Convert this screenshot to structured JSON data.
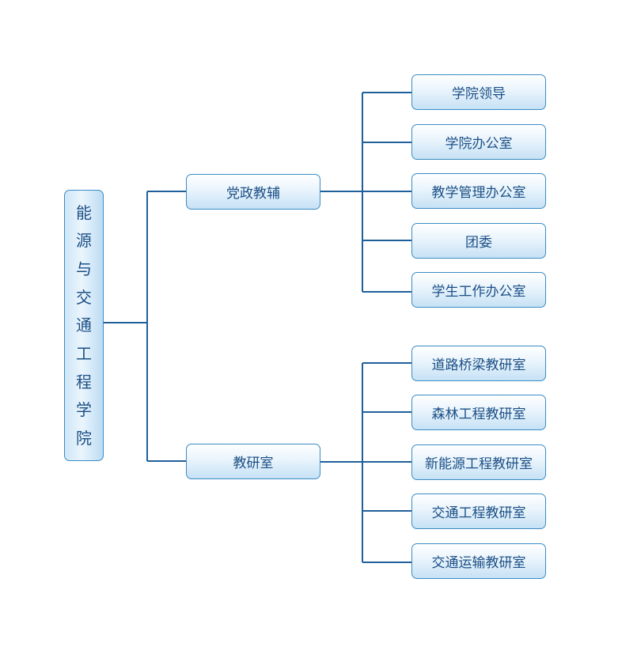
{
  "root": {
    "label": "能源与交通工程学院"
  },
  "branches": [
    {
      "label": "党政教辅",
      "children": [
        "学院领导",
        "学院办公室",
        "教学管理办公室",
        "团委",
        "学生工作办公室"
      ]
    },
    {
      "label": "教研室",
      "children": [
        "道路桥梁教研室",
        "森林工程教研室",
        "新能源工程教研室",
        "交通工程教研室",
        "交通运输教研室"
      ]
    }
  ],
  "colors": {
    "line": "#1f5f9a",
    "border": "#3a8cc4",
    "text": "#1b4f86"
  }
}
